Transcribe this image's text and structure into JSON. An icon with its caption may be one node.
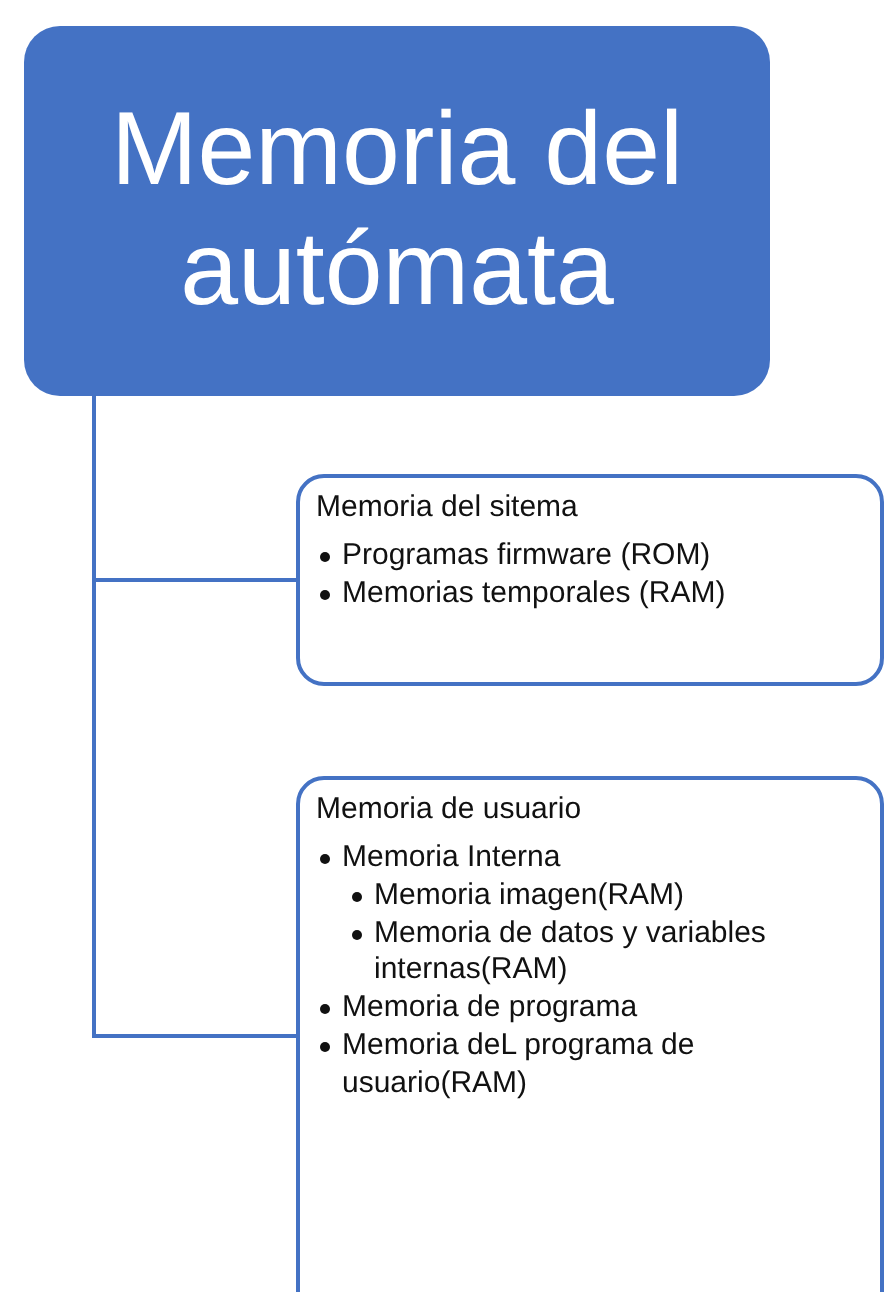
{
  "diagram": {
    "nodes": [
      {
        "text": [
          "Memoria del autómata"
        ]
      },
      {
        "text": [
          "Memoria del sitema",
          "Programas firmware (ROM)",
          "Memorias temporales (RAM)"
        ]
      },
      {
        "text": [
          "Memoria de usuario",
          "Memoria Interna",
          "Memoria imagen(RAM)",
          "Memoria de datos y variables internas(RAM)",
          "Memoria de programa",
          "Memoria deL programa de usuario(RAM)"
        ]
      }
    ],
    "edges": [
      {
        "from": 0,
        "to": 1,
        "arrow": "none"
      },
      {
        "from": 0,
        "to": 2,
        "arrow": "none"
      }
    ]
  }
}
